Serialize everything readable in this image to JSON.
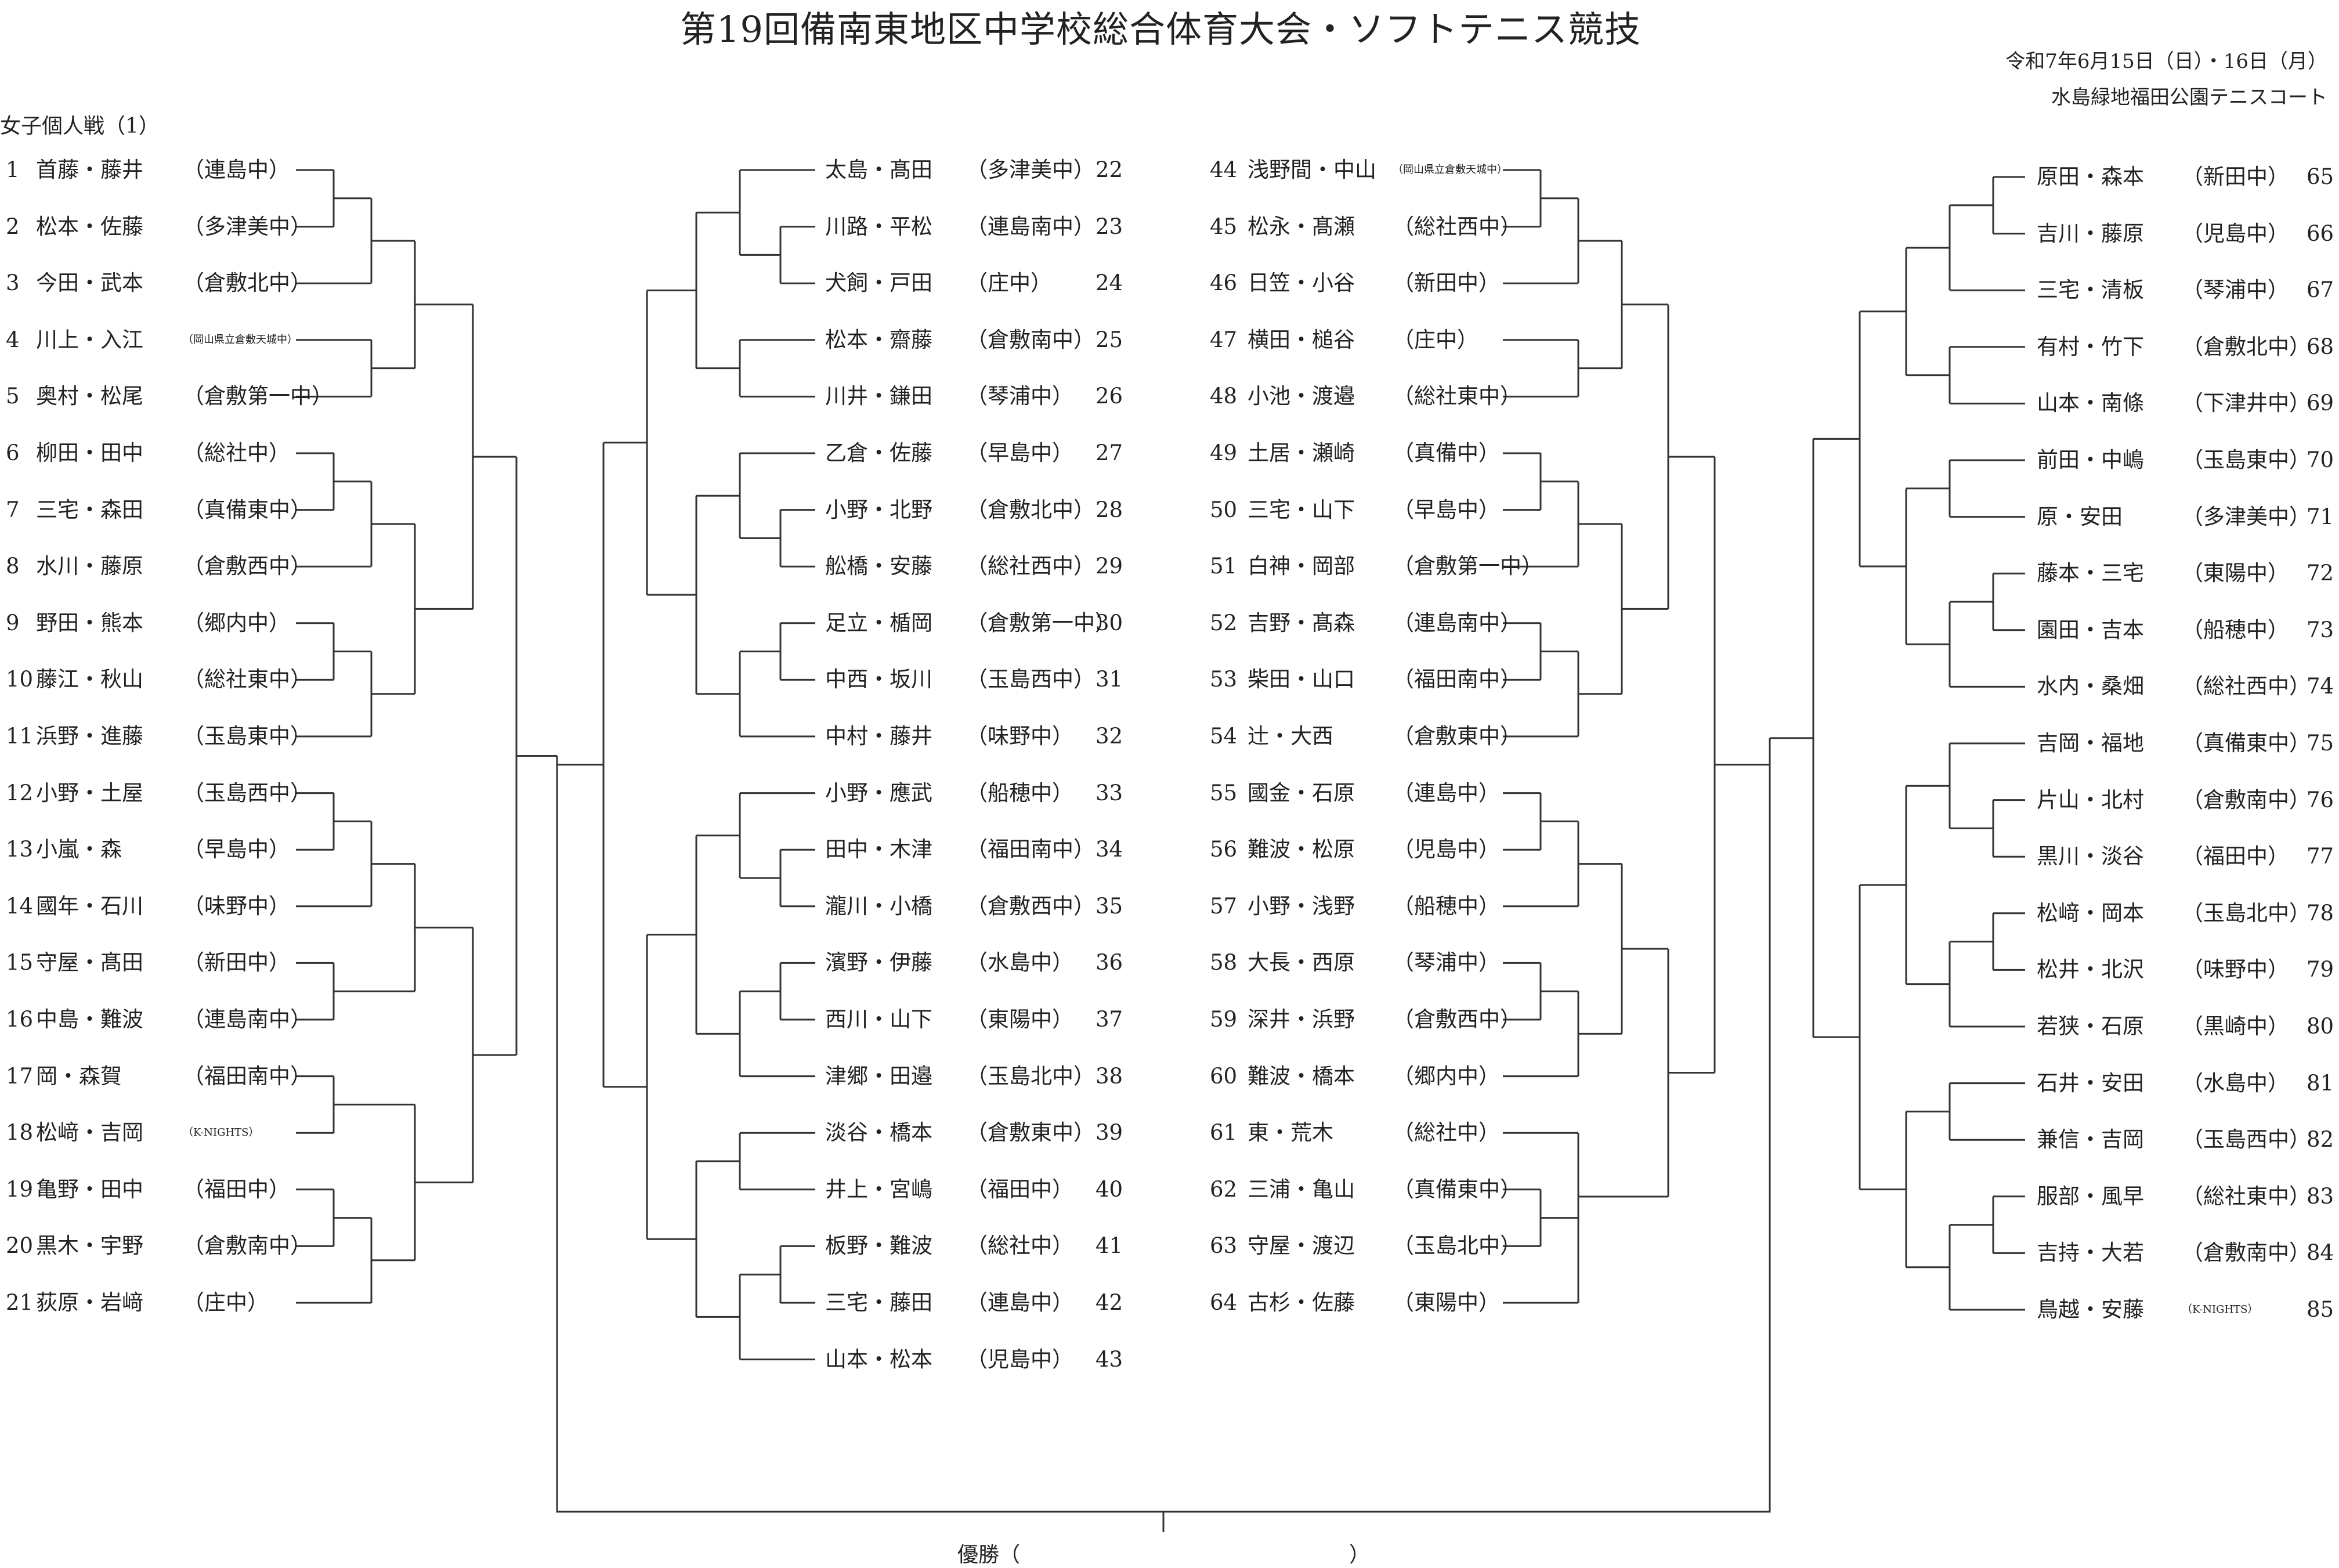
{
  "header": {
    "title": "第19回備南東地区中学校総合体育大会・ソフトテニス競技",
    "date": "令和7年6月15日（日）・16日（月）",
    "venue": "水島緑地福田公園テニスコート",
    "event": "女子個人戦（1）"
  },
  "final": {
    "label": "優勝（",
    "close": "）"
  },
  "entries": [
    {
      "num": "1",
      "name": "首藤・藤井",
      "school": "（連島中）"
    },
    {
      "num": "2",
      "name": "松本・佐藤",
      "school": "（多津美中）"
    },
    {
      "num": "3",
      "name": "今田・武本",
      "school": "（倉敷北中）"
    },
    {
      "num": "4",
      "name": "川上・入江",
      "school": "（岡山県立倉敷天城中）"
    },
    {
      "num": "5",
      "name": "奥村・松尾",
      "school": "（倉敷第一中）"
    },
    {
      "num": "6",
      "name": "柳田・田中",
      "school": "（総社中）"
    },
    {
      "num": "7",
      "name": "三宅・森田",
      "school": "（真備東中）"
    },
    {
      "num": "8",
      "name": "水川・藤原",
      "school": "（倉敷西中）"
    },
    {
      "num": "9",
      "name": "野田・熊本",
      "school": "（郷内中）"
    },
    {
      "num": "10",
      "name": "藤江・秋山",
      "school": "（総社東中）"
    },
    {
      "num": "11",
      "name": "浜野・進藤",
      "school": "（玉島東中）"
    },
    {
      "num": "12",
      "name": "小野・土屋",
      "school": "（玉島西中）"
    },
    {
      "num": "13",
      "name": "小嵐・森",
      "school": "（早島中）"
    },
    {
      "num": "14",
      "name": "國年・石川",
      "school": "（味野中）"
    },
    {
      "num": "15",
      "name": "守屋・髙田",
      "school": "（新田中）"
    },
    {
      "num": "16",
      "name": "中島・難波",
      "school": "（連島南中）"
    },
    {
      "num": "17",
      "name": "岡・森賀",
      "school": "（福田南中）"
    },
    {
      "num": "18",
      "name": "松﨑・吉岡",
      "school": "（K-NIGHTS）"
    },
    {
      "num": "19",
      "name": "亀野・田中",
      "school": "（福田中）"
    },
    {
      "num": "20",
      "name": "黒木・宇野",
      "school": "（倉敷南中）"
    },
    {
      "num": "21",
      "name": "荻原・岩﨑",
      "school": "（庄中）"
    },
    {
      "num": "22",
      "name": "太島・髙田",
      "school": "（多津美中）"
    },
    {
      "num": "23",
      "name": "川路・平松",
      "school": "（連島南中）"
    },
    {
      "num": "24",
      "name": "犬飼・戸田",
      "school": "（庄中）"
    },
    {
      "num": "25",
      "name": "松本・齋藤",
      "school": "（倉敷南中）"
    },
    {
      "num": "26",
      "name": "川井・鎌田",
      "school": "（琴浦中）"
    },
    {
      "num": "27",
      "name": "乙倉・佐藤",
      "school": "（早島中）"
    },
    {
      "num": "28",
      "name": "小野・北野",
      "school": "（倉敷北中）"
    },
    {
      "num": "29",
      "name": "舩橋・安藤",
      "school": "（総社西中）"
    },
    {
      "num": "30",
      "name": "足立・楯岡",
      "school": "（倉敷第一中）"
    },
    {
      "num": "31",
      "name": "中西・坂川",
      "school": "（玉島西中）"
    },
    {
      "num": "32",
      "name": "中村・藤井",
      "school": "（味野中）"
    },
    {
      "num": "33",
      "name": "小野・應武",
      "school": "（船穂中）"
    },
    {
      "num": "34",
      "name": "田中・木津",
      "school": "（福田南中）"
    },
    {
      "num": "35",
      "name": "瀧川・小橋",
      "school": "（倉敷西中）"
    },
    {
      "num": "36",
      "name": "濱野・伊藤",
      "school": "（水島中）"
    },
    {
      "num": "37",
      "name": "西川・山下",
      "school": "（東陽中）"
    },
    {
      "num": "38",
      "name": "津郷・田邉",
      "school": "（玉島北中）"
    },
    {
      "num": "39",
      "name": "淡谷・橋本",
      "school": "（倉敷東中）"
    },
    {
      "num": "40",
      "name": "井上・宮嶋",
      "school": "（福田中）"
    },
    {
      "num": "41",
      "name": "板野・難波",
      "school": "（総社中）"
    },
    {
      "num": "42",
      "name": "三宅・藤田",
      "school": "（連島中）"
    },
    {
      "num": "43",
      "name": "山本・松本",
      "school": "（児島中）"
    },
    {
      "num": "44",
      "name": "浅野間・中山",
      "school": "（岡山県立倉敷天城中）"
    },
    {
      "num": "45",
      "name": "松永・髙瀬",
      "school": "（総社西中）"
    },
    {
      "num": "46",
      "name": "日笠・小谷",
      "school": "（新田中）"
    },
    {
      "num": "47",
      "name": "横田・槌谷",
      "school": "（庄中）"
    },
    {
      "num": "48",
      "name": "小池・渡邉",
      "school": "（総社東中）"
    },
    {
      "num": "49",
      "name": "土居・瀬崎",
      "school": "（真備中）"
    },
    {
      "num": "50",
      "name": "三宅・山下",
      "school": "（早島中）"
    },
    {
      "num": "51",
      "name": "白神・岡部",
      "school": "（倉敷第一中）"
    },
    {
      "num": "52",
      "name": "吉野・髙森",
      "school": "（連島南中）"
    },
    {
      "num": "53",
      "name": "柴田・山口",
      "school": "（福田南中）"
    },
    {
      "num": "54",
      "name": "辻・大西",
      "school": "（倉敷東中）"
    },
    {
      "num": "55",
      "name": "國金・石原",
      "school": "（連島中）"
    },
    {
      "num": "56",
      "name": "難波・松原",
      "school": "（児島中）"
    },
    {
      "num": "57",
      "name": "小野・浅野",
      "school": "（船穂中）"
    },
    {
      "num": "58",
      "name": "大長・西原",
      "school": "（琴浦中）"
    },
    {
      "num": "59",
      "name": "深井・浜野",
      "school": "（倉敷西中）"
    },
    {
      "num": "60",
      "name": "難波・橋本",
      "school": "（郷内中）"
    },
    {
      "num": "61",
      "name": "東・荒木",
      "school": "（総社中）"
    },
    {
      "num": "62",
      "name": "三浦・亀山",
      "school": "（真備東中）"
    },
    {
      "num": "63",
      "name": "守屋・渡辺",
      "school": "（玉島北中）"
    },
    {
      "num": "64",
      "name": "古杉・佐藤",
      "school": "（東陽中）"
    },
    {
      "num": "65",
      "name": "原田・森本",
      "school": "（新田中）"
    },
    {
      "num": "66",
      "name": "吉川・藤原",
      "school": "（児島中）"
    },
    {
      "num": "67",
      "name": "三宅・清板",
      "school": "（琴浦中）"
    },
    {
      "num": "68",
      "name": "有村・竹下",
      "school": "（倉敷北中）"
    },
    {
      "num": "69",
      "name": "山本・南條",
      "school": "（下津井中）"
    },
    {
      "num": "70",
      "name": "前田・中嶋",
      "school": "（玉島東中）"
    },
    {
      "num": "71",
      "name": "原・安田",
      "school": "（多津美中）"
    },
    {
      "num": "72",
      "name": "藤本・三宅",
      "school": "（東陽中）"
    },
    {
      "num": "73",
      "name": "園田・吉本",
      "school": "（船穂中）"
    },
    {
      "num": "74",
      "name": "水内・桑畑",
      "school": "（総社西中）"
    },
    {
      "num": "75",
      "name": "吉岡・福地",
      "school": "（真備東中）"
    },
    {
      "num": "76",
      "name": "片山・北村",
      "school": "（倉敷南中）"
    },
    {
      "num": "77",
      "name": "黒川・淡谷",
      "school": "（福田中）"
    },
    {
      "num": "78",
      "name": "松﨑・岡本",
      "school": "（玉島北中）"
    },
    {
      "num": "79",
      "name": "松井・北沢",
      "school": "（味野中）"
    },
    {
      "num": "80",
      "name": "若狭・石原",
      "school": "（黒崎中）"
    },
    {
      "num": "81",
      "name": "石井・安田",
      "school": "（水島中）"
    },
    {
      "num": "82",
      "name": "兼信・吉岡",
      "school": "（玉島西中）"
    },
    {
      "num": "83",
      "name": "服部・風早",
      "school": "（総社東中）"
    },
    {
      "num": "84",
      "name": "吉持・大若",
      "school": "（倉敷南中）"
    },
    {
      "num": "85",
      "name": "鳥越・安藤",
      "school": "（K-NIGHTS）"
    }
  ]
}
